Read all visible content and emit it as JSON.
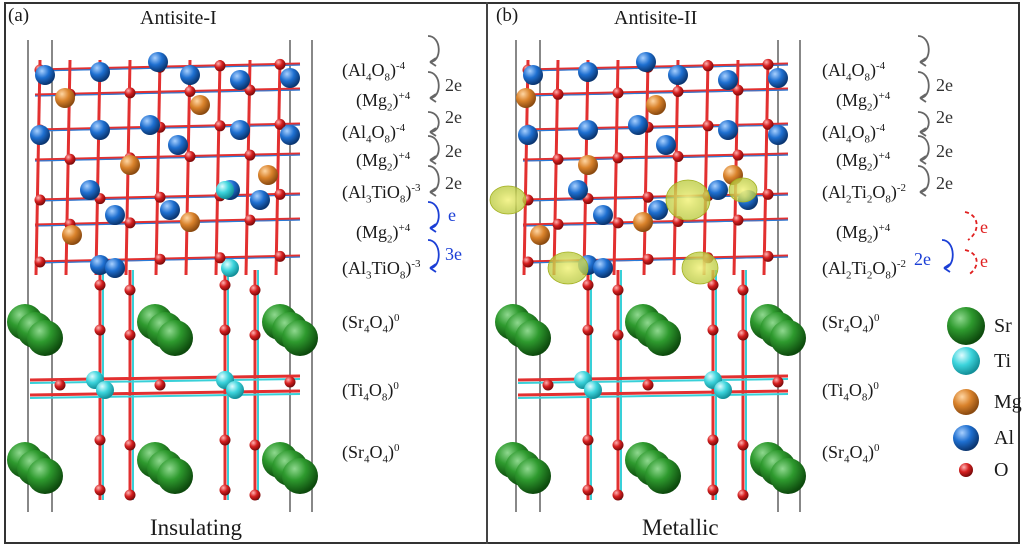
{
  "panels": [
    {
      "label": "(a)",
      "title": "Antisite-I",
      "state": "Insulating",
      "layers": [
        {
          "base": "(Al",
          "s1": "4",
          "mid": "O",
          "s2": "8",
          "end": ")",
          "charge": "-4"
        },
        {
          "base": "(Mg",
          "s1": "2",
          "mid": "",
          "s2": "",
          "end": ")",
          "charge": "+4"
        },
        {
          "base": "(Al",
          "s1": "4",
          "mid": "O",
          "s2": "8",
          "end": ")",
          "charge": "-4"
        },
        {
          "base": "(Mg",
          "s1": "2",
          "mid": "",
          "s2": "",
          "end": ")",
          "charge": "+4"
        },
        {
          "base": "(Al",
          "s1": "3",
          "mid": "TiO",
          "s2": "8",
          "end": ")",
          "charge": "-3"
        },
        {
          "base": "(Mg",
          "s1": "2",
          "mid": "",
          "s2": "",
          "end": ")",
          "charge": "+4"
        },
        {
          "base": "(Al",
          "s1": "3",
          "mid": "TiO",
          "s2": "8",
          "end": ")",
          "charge": "-3"
        },
        {
          "base": "(Sr",
          "s1": "4",
          "mid": "O",
          "s2": "4",
          "end": ")",
          "charge": "0"
        },
        {
          "base": "(Ti",
          "s1": "4",
          "mid": "O",
          "s2": "8",
          "end": ")",
          "charge": "0"
        },
        {
          "base": "(Sr",
          "s1": "4",
          "mid": "O",
          "s2": "4",
          "end": ")",
          "charge": "0"
        }
      ],
      "transfers": [
        "2e",
        "2e",
        "2e",
        "2e",
        "e",
        "3e"
      ]
    },
    {
      "label": "(b)",
      "title": "Antisite-II",
      "state": "Metallic",
      "layers": [
        {
          "base": "(Al",
          "s1": "4",
          "mid": "O",
          "s2": "8",
          "end": ")",
          "charge": "-4"
        },
        {
          "base": "(Mg",
          "s1": "2",
          "mid": "",
          "s2": "",
          "end": ")",
          "charge": "+4"
        },
        {
          "base": "(Al",
          "s1": "4",
          "mid": "O",
          "s2": "8",
          "end": ")",
          "charge": "-4"
        },
        {
          "base": "(Mg",
          "s1": "2",
          "mid": "",
          "s2": "",
          "end": ")",
          "charge": "+4"
        },
        {
          "base": "(Al",
          "s1": "2",
          "mid": "Ti",
          "s2": "2",
          "mid2": "O",
          "s3": "8",
          "end": ")",
          "charge": "-2"
        },
        {
          "base": "(Mg",
          "s1": "2",
          "mid": "",
          "s2": "",
          "end": ")",
          "charge": "+4"
        },
        {
          "base": "(Al",
          "s1": "2",
          "mid": "Ti",
          "s2": "2",
          "mid2": "O",
          "s3": "8",
          "end": ")",
          "charge": "-2"
        },
        {
          "base": "(Sr",
          "s1": "4",
          "mid": "O",
          "s2": "4",
          "end": ")",
          "charge": "0"
        },
        {
          "base": "(Ti",
          "s1": "4",
          "mid": "O",
          "s2": "8",
          "end": ")",
          "charge": "0"
        },
        {
          "base": "(Sr",
          "s1": "4",
          "mid": "O",
          "s2": "4",
          "end": ")",
          "charge": "0"
        }
      ],
      "transfers": [
        "2e",
        "2e",
        "2e",
        "2e",
        "2e",
        "e",
        "e"
      ]
    }
  ],
  "legend": [
    {
      "label": "Sr",
      "color": "#1f7a1f"
    },
    {
      "label": "Ti",
      "color": "#35d6d6"
    },
    {
      "label": "Mg",
      "color": "#d9822b"
    },
    {
      "label": "Al",
      "color": "#1e6fd0"
    },
    {
      "label": "O",
      "color": "#d62020"
    }
  ],
  "colors": {
    "bond_red": "#e23030",
    "bond_cyan": "#38d0d8",
    "arrow_gray": "#666666",
    "arrow_blue": "#1b3fd6",
    "arrow_red": "#e02020",
    "charge_density": "#e8e84a"
  }
}
